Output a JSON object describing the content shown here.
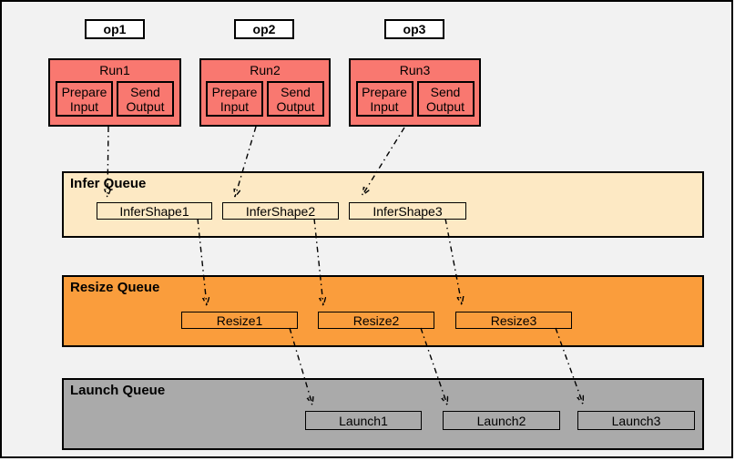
{
  "ops": [
    {
      "label": "op1"
    },
    {
      "label": "op2"
    },
    {
      "label": "op3"
    }
  ],
  "runs": [
    {
      "title": "Run1",
      "prepare": "Prepare Input",
      "send": "Send Output"
    },
    {
      "title": "Run2",
      "prepare": "Prepare Input",
      "send": "Send Output"
    },
    {
      "title": "Run3",
      "prepare": "Prepare Input",
      "send": "Send Output"
    }
  ],
  "queues": [
    {
      "title": "Infer Queue",
      "items": [
        "InferShape1",
        "InferShape2",
        "InferShape3"
      ]
    },
    {
      "title": "Resize Queue",
      "items": [
        "Resize1",
        "Resize2",
        "Resize3"
      ]
    },
    {
      "title": "Launch Queue",
      "items": [
        "Launch1",
        "Launch2",
        "Launch3"
      ]
    }
  ],
  "edges": [
    {
      "from": "Run1",
      "to": "InferShape1"
    },
    {
      "from": "Run2",
      "to": "InferShape2"
    },
    {
      "from": "Run3",
      "to": "InferShape3"
    },
    {
      "from": "InferShape1",
      "to": "Resize1"
    },
    {
      "from": "InferShape2",
      "to": "Resize2"
    },
    {
      "from": "InferShape3",
      "to": "Resize3"
    },
    {
      "from": "Resize1",
      "to": "Launch1"
    },
    {
      "from": "Resize2",
      "to": "Launch2"
    },
    {
      "from": "Resize3",
      "to": "Launch3"
    }
  ],
  "colors": {
    "frame-bg": "#F2F2F2",
    "op-fill": "#FFFFFF",
    "run-fill": "#F97870",
    "infer-fill": "#FDE9C4",
    "resize-fill": "#FA9D3C",
    "launch-fill": "#AAAAAA",
    "line": "#000000"
  }
}
